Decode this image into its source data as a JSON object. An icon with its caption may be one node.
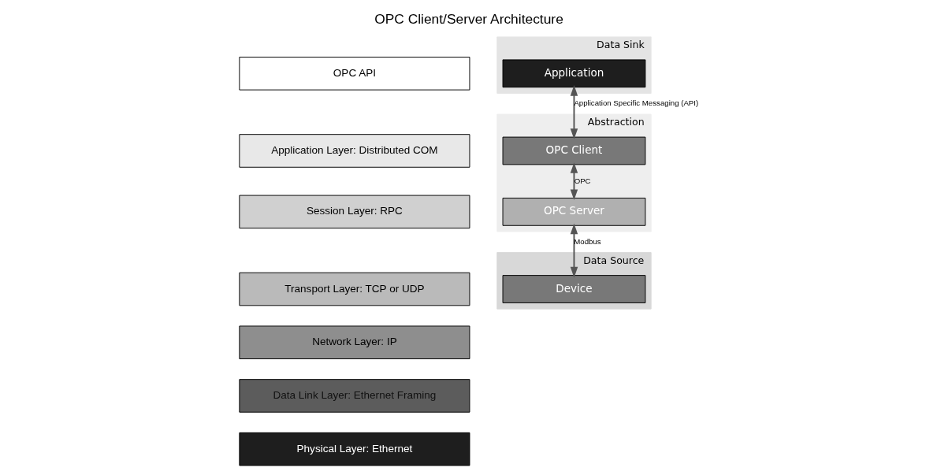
{
  "diagram": {
    "title": "OPC Client/Server Architecture",
    "nodes": [
      {
        "text": [
          "OPC API"
        ]
      },
      {
        "text": [
          "Application Layer: Distributed COM"
        ]
      },
      {
        "text": [
          "Session Layer: RPC"
        ]
      },
      {
        "text": [
          "Transport Layer: TCP or UDP"
        ]
      },
      {
        "text": [
          "Network Layer: IP"
        ]
      },
      {
        "text": [
          "Data Link Layer: Ethernet Framing"
        ]
      },
      {
        "text": [
          "Physical Layer: Ethernet"
        ]
      },
      {
        "text": [
          "Data Sink"
        ]
      },
      {
        "text": [
          "Abstraction"
        ]
      },
      {
        "text": [
          "Data Source"
        ]
      },
      {
        "text": [
          "Application"
        ],
        "in": 7
      },
      {
        "text": [
          "OPC Client"
        ],
        "in": 8
      },
      {
        "text": [
          "OPC Server"
        ],
        "in": 8
      },
      {
        "text": [
          "Device"
        ],
        "in": 9
      }
    ],
    "edges": [
      {
        "from": 10,
        "to": 11,
        "arrow": "both",
        "label": "Application Specific Messaging (API)"
      },
      {
        "from": 11,
        "to": 12,
        "arrow": "both",
        "label": "OPC"
      },
      {
        "from": 12,
        "to": 13,
        "arrow": "both",
        "label": "Modbus"
      }
    ]
  }
}
